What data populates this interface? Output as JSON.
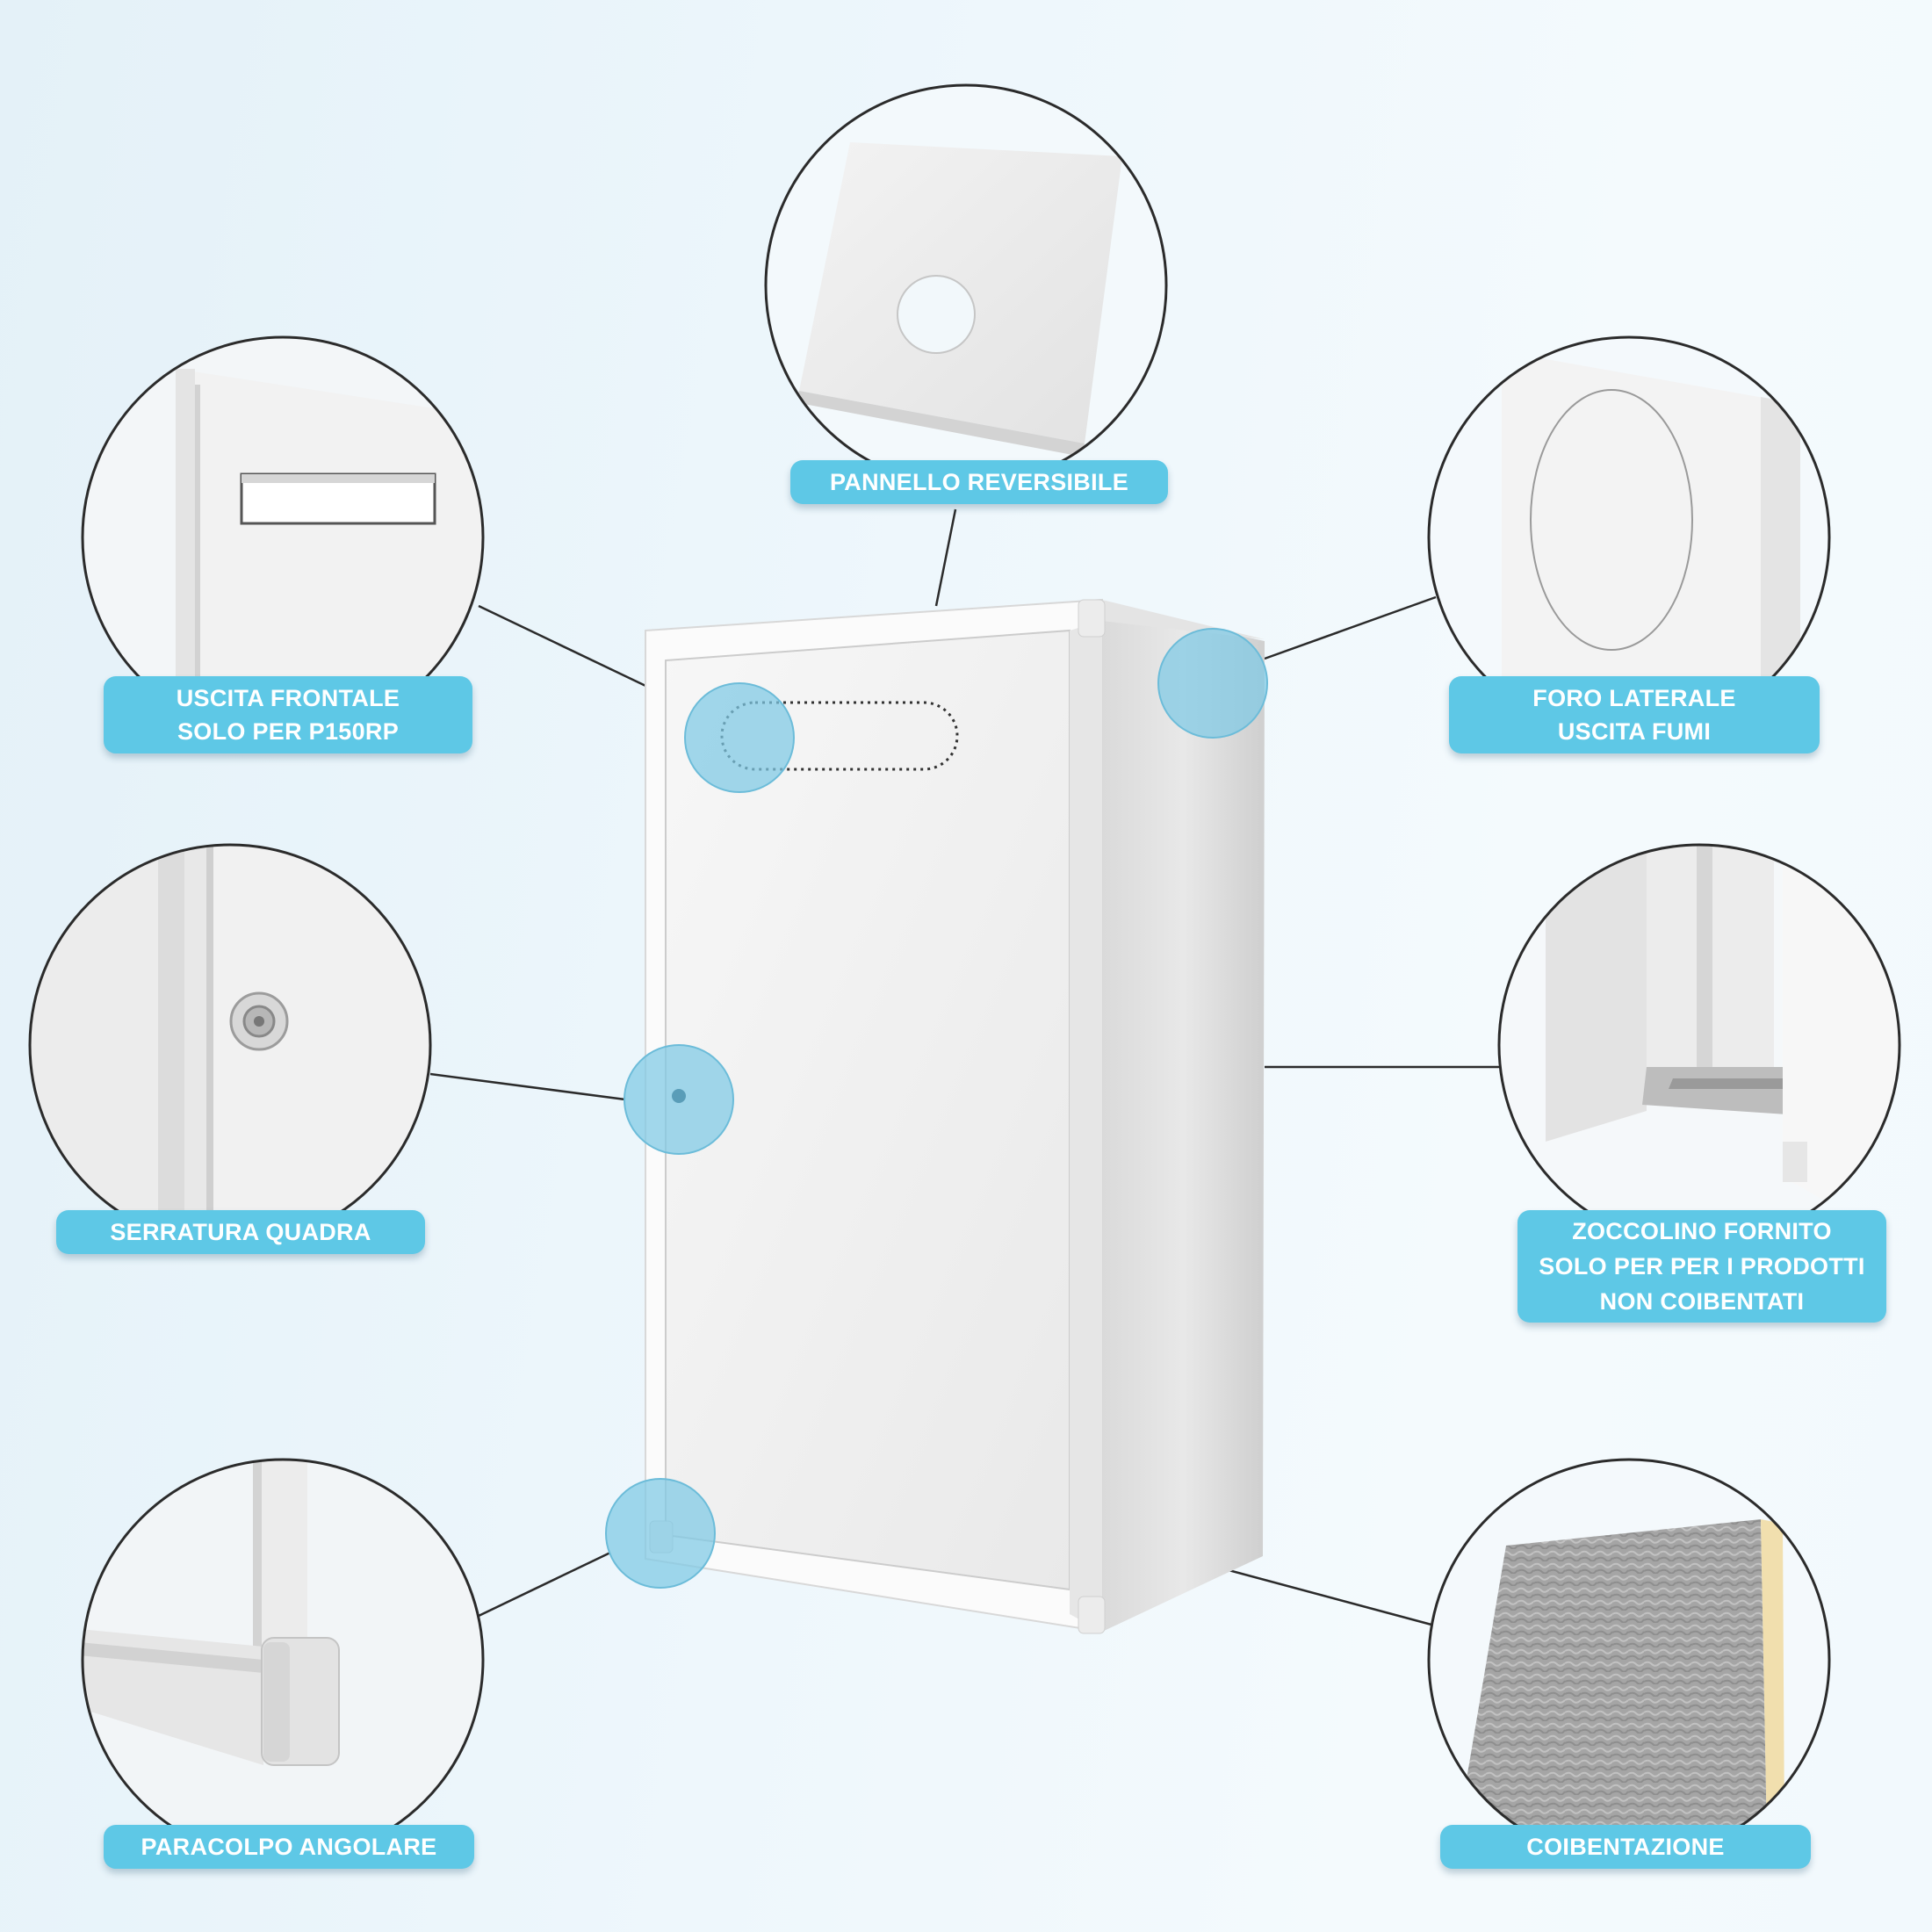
{
  "labels": {
    "pannello": "PANNELLO REVERSIBILE",
    "uscita_frontale": [
      "USCITA FRONTALE",
      "SOLO PER P150RP"
    ],
    "foro_laterale": [
      "FORO LATERALE",
      "USCITA FUMI"
    ],
    "serratura": "SERRATURA QUADRA",
    "zoccolino": [
      "ZOCCOLINO FORNITO",
      "SOLO PER PER I PRODOTTI",
      "NON COIBENTATI"
    ],
    "paracolpo": "PARACOLPO ANGOLARE",
    "coibentazione": "COIBENTAZIONE"
  },
  "colors": {
    "label_bg": "#5ec8e6",
    "label_text": "#ffffff",
    "hotspot": "#7ec9e4",
    "cabinet": "#f2f2f2"
  }
}
